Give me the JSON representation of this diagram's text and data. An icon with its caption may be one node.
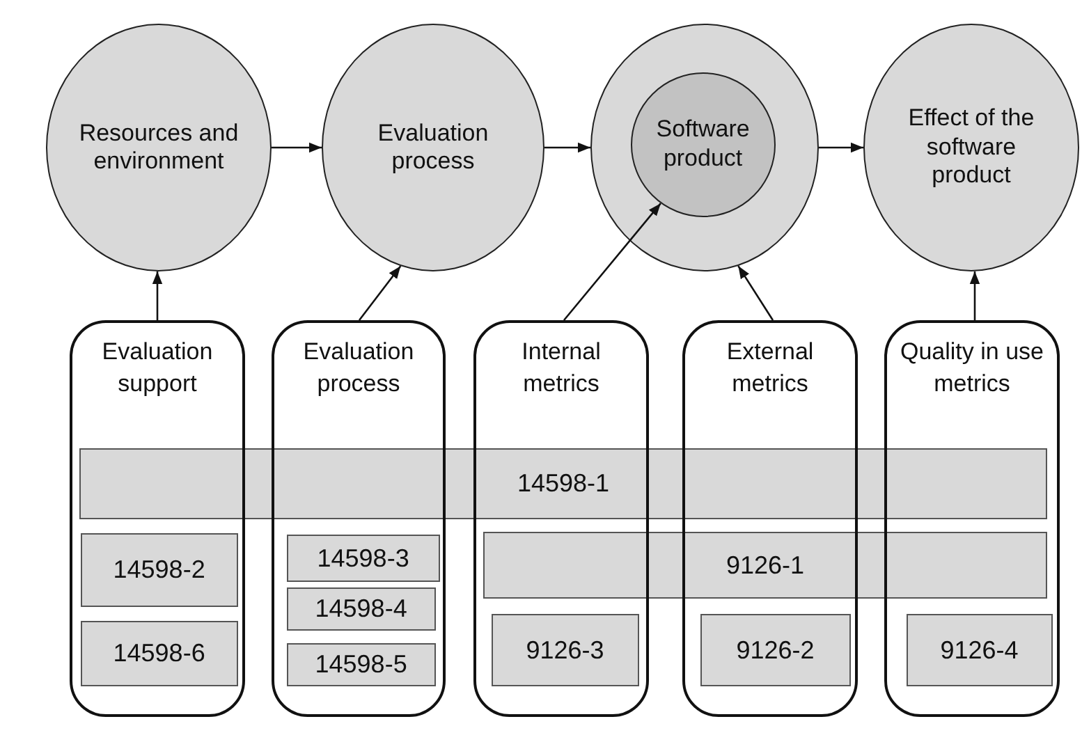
{
  "diagram": {
    "nodes": [
      {
        "text": [
          "Resources and environment"
        ]
      },
      {
        "text": [
          "Evaluation process"
        ]
      },
      {
        "text": [],
        "shape": "circle"
      },
      {
        "text": [
          "Software product"
        ],
        "in": 2
      },
      {
        "text": [
          "Effect of the software product"
        ]
      },
      {
        "text": [
          "Evaluation support"
        ]
      },
      {
        "text": [
          "Evaluation process"
        ]
      },
      {
        "text": [
          "Internal metrics"
        ]
      },
      {
        "text": [
          "External metrics"
        ]
      },
      {
        "text": [
          "Quality in use metrics"
        ]
      },
      {
        "text": [
          "14598-1"
        ]
      },
      {
        "text": [
          "14598-2"
        ],
        "in": 5
      },
      {
        "text": [
          "14598-6"
        ],
        "in": 5
      },
      {
        "text": [
          "14598-3"
        ],
        "in": 6
      },
      {
        "text": [
          "14598-4"
        ],
        "in": 6
      },
      {
        "text": [
          "14598-5"
        ],
        "in": 6
      },
      {
        "text": [
          "9126-1"
        ]
      },
      {
        "text": [
          "9126-3"
        ],
        "in": 7
      },
      {
        "text": [
          "9126-2"
        ],
        "in": 8
      },
      {
        "text": [
          "9126-4"
        ],
        "in": 9
      }
    ],
    "edges": [
      {
        "from": 0,
        "to": 1,
        "arrow": "to"
      },
      {
        "from": 1,
        "to": 2,
        "arrow": "to"
      },
      {
        "from": 2,
        "to": 4,
        "arrow": "to"
      },
      {
        "from": 5,
        "to": 0,
        "arrow": "to"
      },
      {
        "from": 6,
        "to": 1,
        "arrow": "to"
      },
      {
        "from": 7,
        "to": 3,
        "arrow": "to"
      },
      {
        "from": 8,
        "to": 2,
        "arrow": "to"
      },
      {
        "from": 9,
        "to": 4,
        "arrow": "to"
      }
    ]
  }
}
